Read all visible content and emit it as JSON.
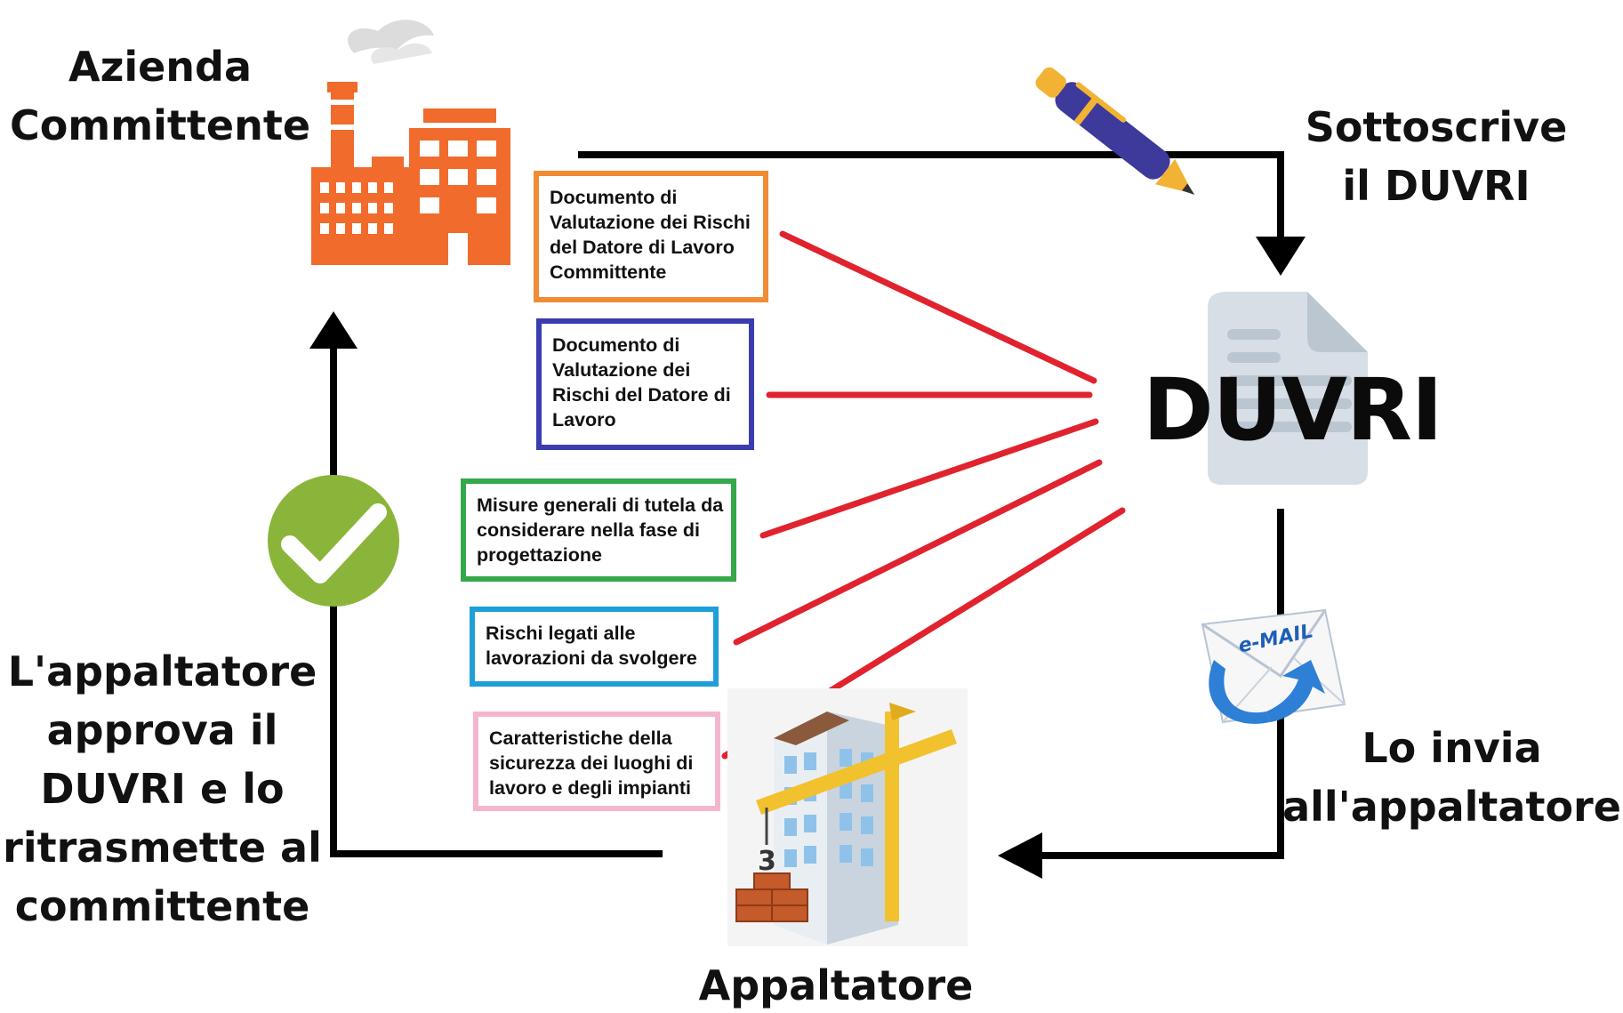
{
  "labels": {
    "committente": "Azienda\nCommittente",
    "sottoscrive": "Sottoscrive\nil DUVRI",
    "duvri": "DUVRI",
    "invia": "Lo invia\nall'appaltatore",
    "appaltatore": "Appaltatore",
    "approva": "L'appaltatore\napprova il\nDUVRI e lo\nritrasmette al\ncommittente"
  },
  "boxes": [
    {
      "text": "Documento di Valutazione dei Rischi del Datore di Lavoro Committente",
      "color": "#f08c34"
    },
    {
      "text": "Documento di Valutazione dei Rischi del Datore di Lavoro",
      "color": "#3a3cb0"
    },
    {
      "text": "Misure generali di tutela da considerare nella fase di progettazione",
      "color": "#35a84a"
    },
    {
      "text": "Rischi legati alle lavorazioni da svolgere",
      "color": "#1e9fd8"
    },
    {
      "text": "Caratteristiche della sicurezza dei luoghi di lavoro e degli impianti",
      "color": "#f4b6cf"
    }
  ],
  "icons": {
    "email": "e-MAIL"
  },
  "colors": {
    "connector": "#e0232e",
    "arrow": "#000000",
    "factory": "#f06b2c",
    "check": "#8ab53a",
    "document": "#d7dee6"
  }
}
